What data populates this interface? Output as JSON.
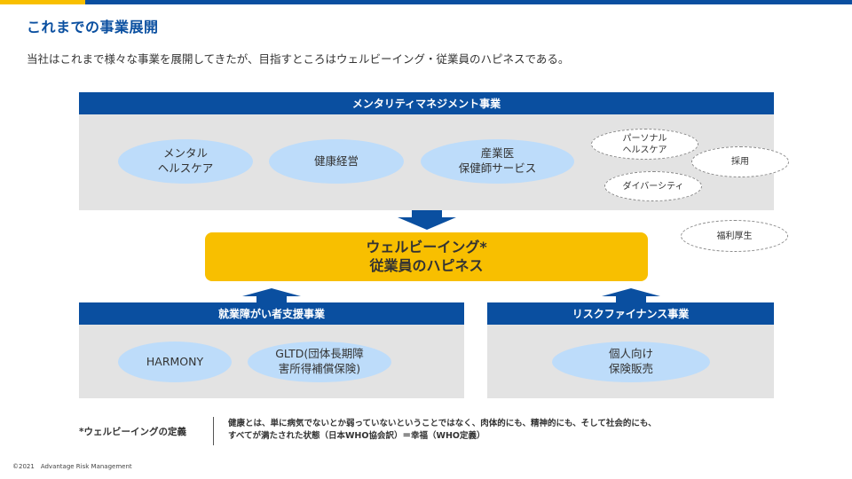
{
  "page": {
    "title": "これまでの事業展開",
    "subtitle": "当社はこれまで様々な事業を展開してきたが、目指すところはウェルビーイング・従業員のハピネスである。",
    "copyright": "©2021　Advantage Risk Management"
  },
  "colors": {
    "brand_blue": "#0a4fa0",
    "accent_yellow": "#f8bf00",
    "pill_blue": "#bddcfa",
    "panel_gray": "#e3e3e3"
  },
  "mental": {
    "header": "メンタリティマネジメント事業",
    "pills": [
      "メンタル\nヘルスケア",
      "健康経営",
      "産業医\n保健師サービス"
    ],
    "dashed": [
      "パーソナル\nヘルスケア",
      "採用",
      "ダイバーシティ"
    ]
  },
  "welfare": "福利厚生",
  "wellbeing": {
    "line1": "ウェルビーイング*",
    "line2": "従業員のハピネス"
  },
  "employment": {
    "header": "就業障がい者支援事業",
    "pills": [
      "HARMONY",
      "GLTD(団体長期障\n害所得補償保険)"
    ]
  },
  "risk": {
    "header": "リスクファイナンス事業",
    "pills": [
      "個人向け\n保険販売"
    ]
  },
  "definition": {
    "label": "*ウェルビーイングの定義",
    "line1": "健康とは、単に病気でないとか弱っていないということではなく、肉体的にも、精神的にも、そして社会的にも、",
    "line2": "すべてが満たされた状態（日本WHO協会訳）＝幸福（WHO定義）"
  }
}
